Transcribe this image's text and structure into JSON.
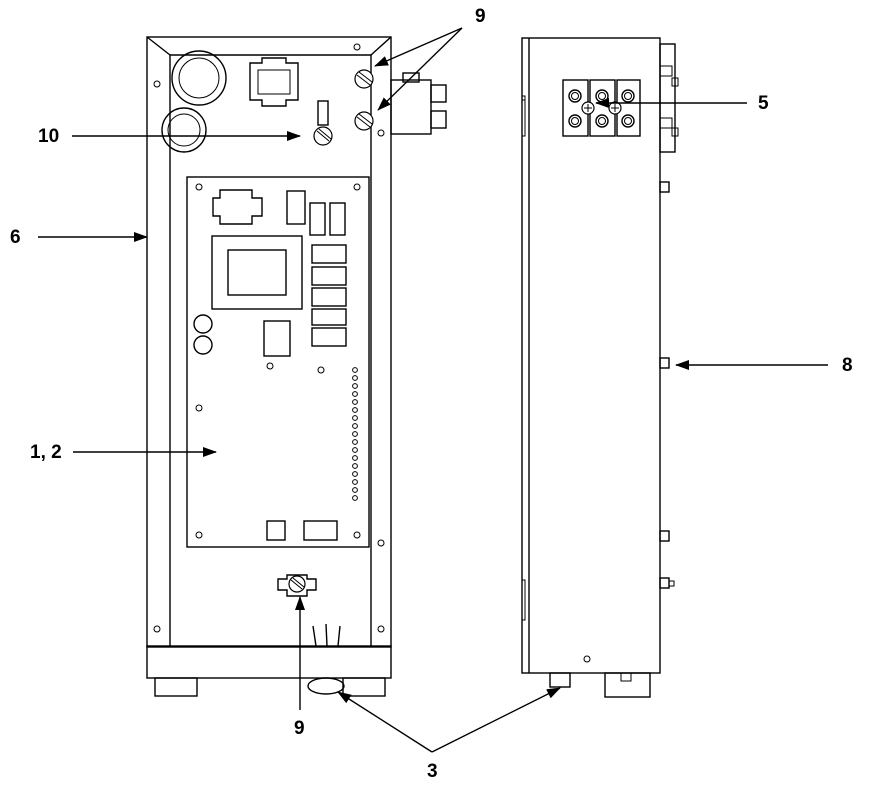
{
  "callouts": {
    "c10": "10",
    "c9_top": "9",
    "c6": "6",
    "c12": "1, 2",
    "c9_bottom": "9",
    "c3": "3",
    "c5": "5",
    "c8": "8"
  },
  "icons": {
    "arrowhead": "arrowhead-icon",
    "screw": "screw-icon"
  }
}
